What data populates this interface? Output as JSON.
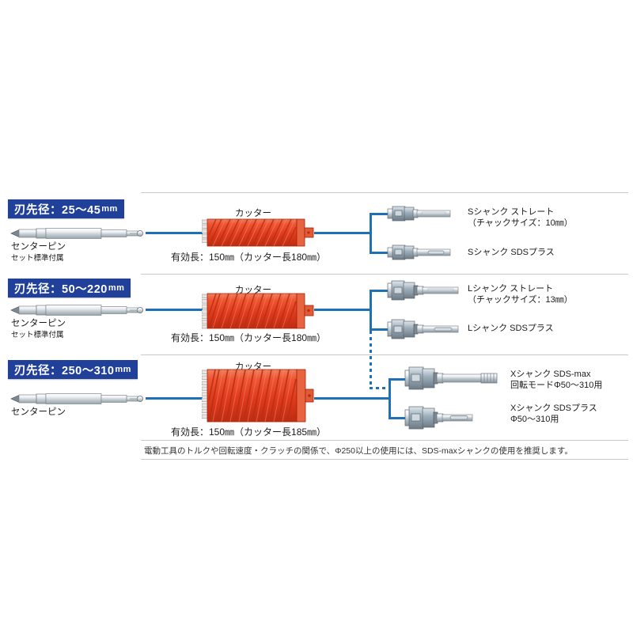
{
  "colors": {
    "badge_bg": "#21409a",
    "badge_text": "#ffffff",
    "connector_blue": "#2070b8",
    "cutter_red": "#e8412a",
    "cutter_red_dark": "#c62d18",
    "divider_gray": "#c9c9c9",
    "metal_light": "#e9ecee",
    "metal_mid": "#b9c2c8",
    "metal_dark": "#7d8890",
    "page_bg": "#ffffff"
  },
  "rows": [
    {
      "badge_main": "刃先径：25～45",
      "badge_unit": "mm",
      "pin_label": "センターピン",
      "pin_sublabel": "セット標準付属",
      "cutter_label": "カッター",
      "length_label": "有効長：150㎜（カッター長180㎜）",
      "shanks": [
        {
          "line1": "Sシャンク ストレート",
          "line2": "（チャックサイズ：10㎜）",
          "type": "s-straight"
        },
        {
          "line1": "Sシャンク SDSプラス",
          "line2": "",
          "type": "s-sds"
        }
      ]
    },
    {
      "badge_main": "刃先径：50～220",
      "badge_unit": "mm",
      "pin_label": "センターピン",
      "pin_sublabel": "セット標準付属",
      "cutter_label": "カッター",
      "length_label": "有効長：150㎜（カッター長180㎜）",
      "shanks": [
        {
          "line1": "Lシャンク ストレート",
          "line2": "（チャックサイズ：13㎜）",
          "type": "l-straight"
        },
        {
          "line1": "Lシャンク SDSプラス",
          "line2": "",
          "type": "l-sds"
        }
      ]
    },
    {
      "badge_main": "刃先径：250～310",
      "badge_unit": "mm",
      "pin_label": "センターピン",
      "pin_sublabel": "",
      "cutter_label": "カッター",
      "length_label": "有効長：150㎜（カッター長185㎜）",
      "shanks": [
        {
          "line1": "Xシャンク SDS-max",
          "line2": "回転モードΦ50～310用",
          "type": "x-sdsmax"
        },
        {
          "line1": "Xシャンク SDSプラス",
          "line2": "Φ50～310用",
          "type": "x-sds"
        }
      ]
    }
  ],
  "footnote": "電動工具のトルクや回転速度・クラッチの関係で、Φ250以上の使用には、SDS-maxシャンクの使用を推奨します。"
}
